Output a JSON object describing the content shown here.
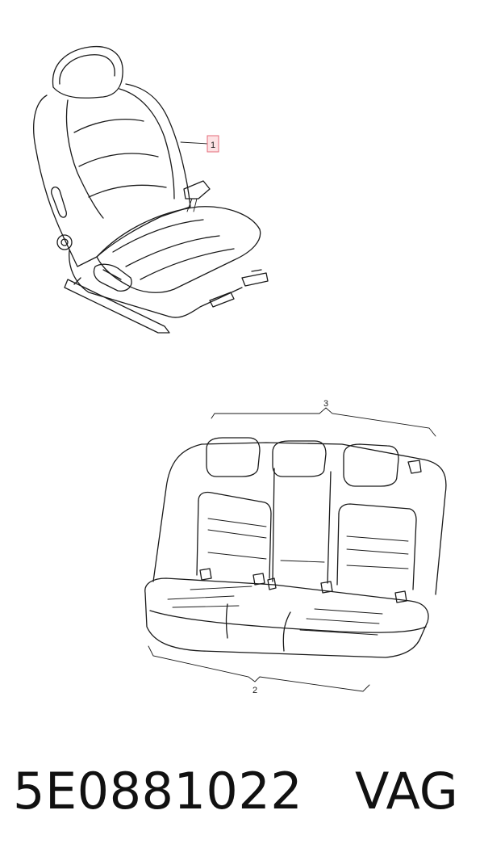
{
  "diagram": {
    "callouts": [
      {
        "id": "1",
        "label": "1"
      },
      {
        "id": "2",
        "label": "2"
      },
      {
        "id": "3",
        "label": "3"
      }
    ]
  },
  "footer": {
    "part_number": "5E0881022",
    "brand": "VAG"
  },
  "colors": {
    "line": "#1a1a1a",
    "callout_box_fill": "#fde2e4",
    "callout_box_stroke": "#e46a78"
  }
}
